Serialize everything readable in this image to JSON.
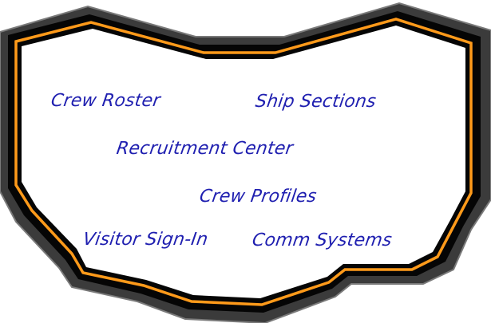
{
  "nav": {
    "crew_roster": "Crew Roster",
    "ship_sections": "Ship Sections",
    "recruitment_center": "Recruitment Center",
    "crew_profiles": "Crew Profiles",
    "visitor_sign_in": "Visitor Sign-In",
    "comm_systems": "Comm Systems"
  },
  "colors": {
    "text": "#1f1fb0",
    "outer_frame": "#3a3a3a",
    "mid_frame": "#050505",
    "accent_stripe": "#ff9a1a",
    "panel": "#ffffff"
  }
}
